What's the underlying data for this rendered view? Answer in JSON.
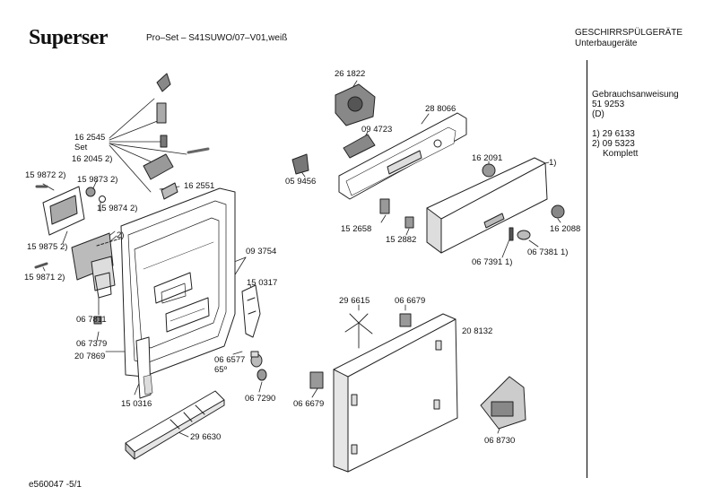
{
  "header": {
    "brand": "Superser",
    "model": "Pro–Set – S41SUWO/07–V01,weiß",
    "category_line1": "GESCHIRRSPÜLGERÄTE",
    "category_line2": "Unterbaugeräte"
  },
  "sidebar": {
    "docs_title": "Gebrauchsanweisung",
    "docs_number": "51 9253",
    "docs_lang": "(D)",
    "notes": [
      "1) 29 6133",
      "2) 09 5323",
      "Komplett"
    ]
  },
  "parts": {
    "p162545": "16 2545",
    "set": "Set",
    "p162045": "16 2045 2)",
    "p159872": "15 9872 2)",
    "p159873": "15 9873 2)",
    "p159874": "15 9874 2)",
    "p159875": "15 9875 2)",
    "p159871": "15 9871 2)",
    "note2": "2)",
    "p162551": "16 2551",
    "p067811": "06 7811",
    "p067379": "06 7379",
    "p207869": "20 7869",
    "p150316": "15 0316",
    "p296630": "29 6630",
    "p093754": "09 3754",
    "p150317": "15 0317",
    "p066577": "06 6577",
    "deg": "65º",
    "p067290": "06 7290",
    "p261822": "26 1822",
    "p094723": "09 4723",
    "p288066": "28 8066",
    "p059456": "05 9456",
    "p162091": "16 2091",
    "note1": "1)",
    "p152658": "15 2658",
    "p152882": "15 2882",
    "p162088": "16 2088",
    "p067391": "06 7391 1)",
    "p067381": "06 7381 1)",
    "p296615": "29 6615",
    "p066679a": "06 6679",
    "p208132": "20 8132",
    "p066679b": "06 6679",
    "p068730": "06 8730"
  },
  "footer": {
    "code": "e560047  -5/1"
  }
}
